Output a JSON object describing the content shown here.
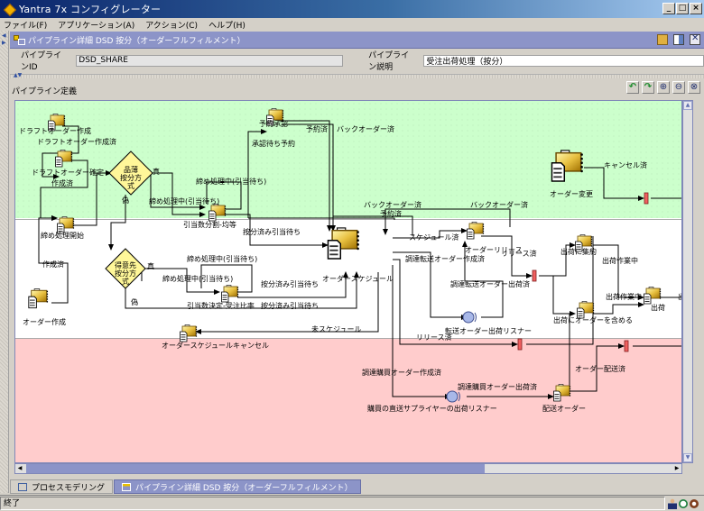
{
  "window": {
    "title": "Yantra 7x コンフィグレーター",
    "minimize": "_",
    "maximize": "□",
    "close": "×"
  },
  "menu": [
    "ファイル(F)",
    "アプリケーション(A)",
    "アクション(C)",
    "ヘルプ(H)"
  ],
  "panel": {
    "title": "パイプライン詳細 DSD 按分（オーダーフルフィルメント）",
    "tools": [
      "save-icon",
      "layout-icon",
      "close-panel-icon"
    ]
  },
  "form": {
    "pipeline_id_label": "パイプラインID",
    "pipeline_id_value": "DSD_SHARE",
    "pipeline_desc_label": "パイプライン説明",
    "pipeline_desc_value": "受注出荷処理（按分）"
  },
  "section_label": "パイプライン定義",
  "diagram_tools": [
    "undo-icon",
    "redo-icon",
    "zoom-in-icon",
    "zoom-out-icon",
    "zoom-fit-icon"
  ],
  "lanes": [
    "green",
    "white",
    "red"
  ],
  "nodes": {
    "draft_create": "ドラフトオーダー作成",
    "draft_confirm": "ドラフトオーダー確定",
    "cond_item": "品薄\n按分方式",
    "reserve_approve": "予約承認",
    "order_change": "オーダー変更",
    "close_start": "締め処理開始",
    "alloc_even": "引当数分割-均等",
    "cond_customer": "得意先\n按分方式",
    "alloc_ratio": "引当数決定-受注比率",
    "order_create": "オーダー作成",
    "schedule": "オーダースケジュール",
    "order_release": "オーダーリリース",
    "transfer_listener": "転送オーダー出荷リスナー",
    "consolidate": "出荷に集約",
    "include_in_shipment": "出荷にオーダーを含める",
    "shipment": "出荷",
    "schedule_cancel": "オーダースケジュールキャンセル",
    "supplier_listener": "購買の直送サプライヤーの出荷リスナー",
    "delivery_order": "配送オーダー"
  },
  "edges": {
    "draft_created": "ドラフトオーダー作成済",
    "created1": "作成済",
    "true1": "真",
    "false1": "偽",
    "closing_wait1": "締め処理中(引当待ち)",
    "closing_wait2": "締め処理中(引当待ち)",
    "reserved1": "予約済",
    "backorder1": "バックオーダー済",
    "approve_wait": "承認待ち予約",
    "cancelled": "キャンセル済",
    "backorder2": "バックオーダー済",
    "reserved2": "予約済",
    "backorder3": "バックオーダー済",
    "allocated_wait1": "按分済み引当待ち",
    "created2": "作成済",
    "true2": "真",
    "false2": "偽",
    "closing_wait3": "締め処理中(引当待ち)",
    "closing_wait4": "締め処理中(引当待ち)",
    "allocated_wait2": "按分済み引当待ち",
    "allocated_wait3": "按分済み引当待ち",
    "scheduled": "スケジュール済",
    "released1": "リリース済",
    "transfer_created": "調達転送オーダー作成済",
    "transfer_shipped": "調達転送オーダー出荷済",
    "shipping_work1": "出荷作業中",
    "shipping_work2": "出荷作業中",
    "unscheduled": "未スケジュール",
    "released2": "リリース済",
    "purchase_created": "調達購買オーダー作成済",
    "purchase_shipped": "調達購買オーダー出荷済",
    "order_delivered": "オーダー配送済",
    "shipment_edge": "出"
  },
  "tabs": [
    {
      "label": "プロセスモデリング",
      "active": false
    },
    {
      "label": "パイプライン詳細 DSD 按分（オーダーフルフィルメント）",
      "active": true
    }
  ],
  "status": {
    "text": "終了",
    "icons": [
      "user-icon",
      "clock-icon",
      "power-icon"
    ]
  }
}
